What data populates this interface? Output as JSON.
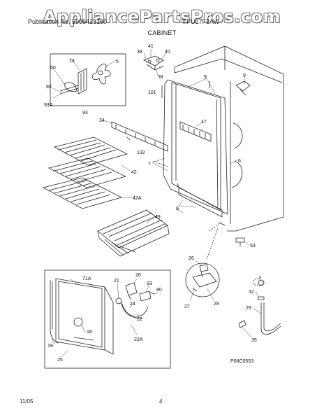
{
  "header": {
    "watermark": "AppliancePartsPros.com",
    "left_text": "Publication No. 5995423180",
    "right_text": "FFU17F3AW",
    "section_title": "CABINET"
  },
  "callouts": {
    "c41": "41",
    "c38": "38",
    "c40": "40",
    "c39": "39",
    "c101": "101",
    "c9a": "9",
    "c9b": "9",
    "c9c": "9",
    "c47": "47",
    "c6": "6",
    "c7": "7",
    "c132": "132",
    "c34": "34",
    "c50": "50",
    "c13": "13",
    "c5": "5",
    "c93a": "93",
    "c93A": "93A",
    "c93b": "93",
    "c42": "42",
    "c42A": "42A",
    "c49": "49",
    "c53": "53",
    "c26": "26",
    "c27": "27",
    "c28": "28",
    "c3": "3",
    "c32": "32",
    "c29": "29",
    "c35": "35",
    "c20": "20",
    "c21": "21",
    "c71A": "71A",
    "c93c": "93",
    "c80": "80",
    "c24": "24",
    "c22": "22",
    "c22A": "22A",
    "c18": "18",
    "c19": "19",
    "c25": "25"
  },
  "figure_code": "P08C0553",
  "footer": {
    "date": "11/05",
    "page_number": "4"
  }
}
